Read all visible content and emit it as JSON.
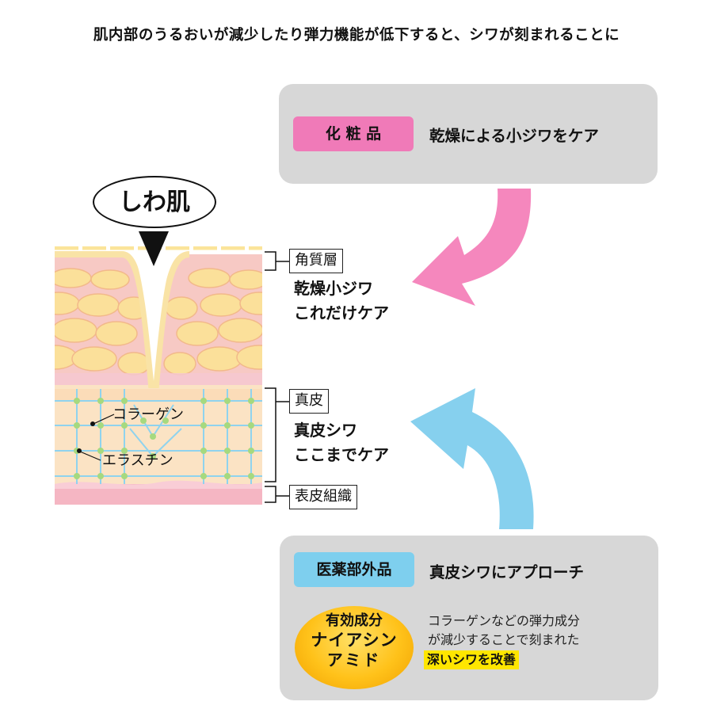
{
  "headline": "肌内部のうるおいが減少したり弾力機能が低下すると、シワが刻まれることに",
  "cosmetic": {
    "tag": "化 粧 品",
    "text": "乾燥による小ジワをケア",
    "color": "#f07ab8"
  },
  "quasi_drug": {
    "tag": "医薬部外品",
    "text": "真皮シワにアプローチ",
    "color": "#7ecfee",
    "badge": {
      "line1": "有効成分",
      "line2": "ナイアシン",
      "line3": "アミド"
    },
    "note_line1": "コラーゲンなどの弾力成分",
    "note_line2": "が減少することで刻まれた",
    "highlight": "深いシワを改善"
  },
  "skin_title": "しわ肌",
  "skin_labels": {
    "collagen": "コラーゲン",
    "elastin": "エラスチン"
  },
  "layers": {
    "stratum_corneum": {
      "label": "角質層",
      "desc_line1": "乾燥小ジワ",
      "desc_line2": "これだけケア"
    },
    "dermis": {
      "label": "真皮",
      "desc_line1": "真皮シワ",
      "desc_line2": "ここまでケア"
    },
    "subcutaneous": {
      "label": "表皮組織"
    }
  }
}
